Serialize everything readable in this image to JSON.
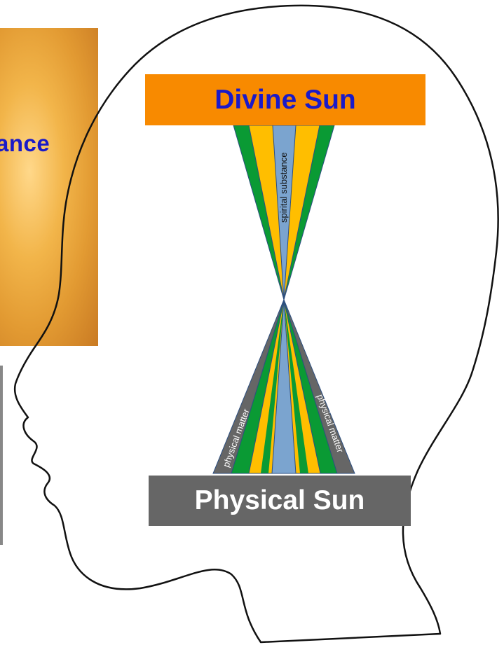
{
  "colors": {
    "divine_box": "#f88a00",
    "divine_text": "#1a1ac8",
    "physical_box": "#666666",
    "physical_text": "#ffffff",
    "green": "#0a9a34",
    "yellow": "#ffbe00",
    "blue": "#7ba4cf",
    "grey": "#666666"
  },
  "left_panel": {
    "partial_word": "ance"
  },
  "divine_sun": {
    "label": "Divine Sun"
  },
  "physical_sun": {
    "label": "Physical Sun"
  },
  "cones": {
    "upper_label": "spirital substance",
    "lower_left_label": "physical matter",
    "lower_right_label": "physical matter"
  }
}
